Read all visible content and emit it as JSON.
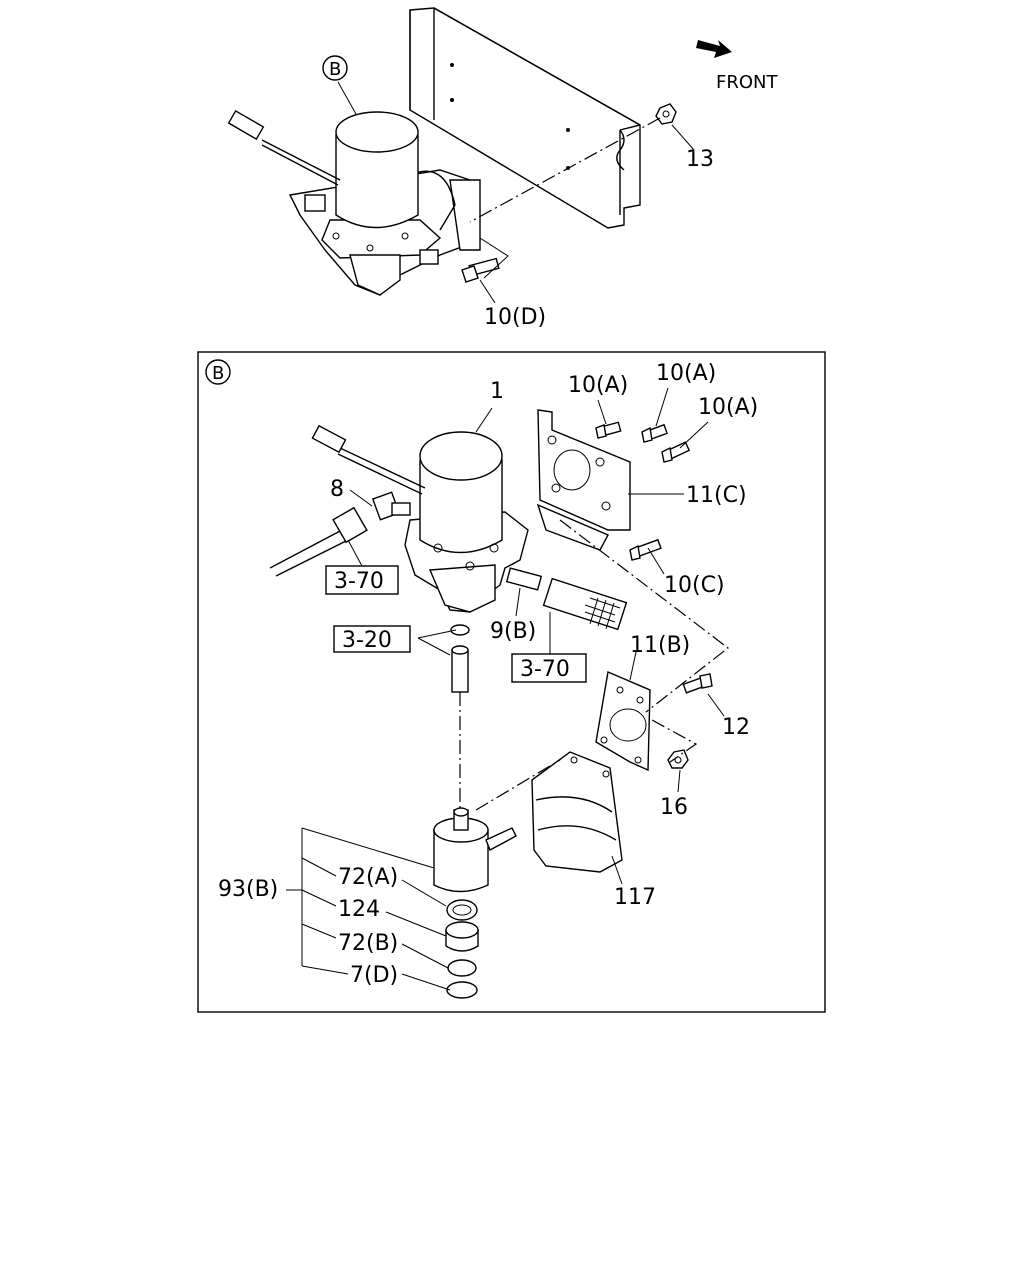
{
  "top_view": {
    "front_label": "FRONT",
    "callout_b": "B",
    "part_13": "13",
    "part_10d": "10(D)"
  },
  "detail_view": {
    "corner_label": "B",
    "part_1": "1",
    "part_8": "8",
    "ref_3_70_a": "3-70",
    "ref_3_20": "3-20",
    "part_9b": "9(B)",
    "ref_3_70_b": "3-70",
    "part_10a_1": "10(A)",
    "part_10a_2": "10(A)",
    "part_10a_3": "10(A)",
    "part_11c": "11(C)",
    "part_10c": "10(C)",
    "part_11b": "11(B)",
    "part_12": "12",
    "part_16": "16",
    "part_117": "117",
    "part_93b": "93(B)",
    "part_72a": "72(A)",
    "part_124": "124",
    "part_72b": "72(B)",
    "part_7d": "7(D)"
  }
}
